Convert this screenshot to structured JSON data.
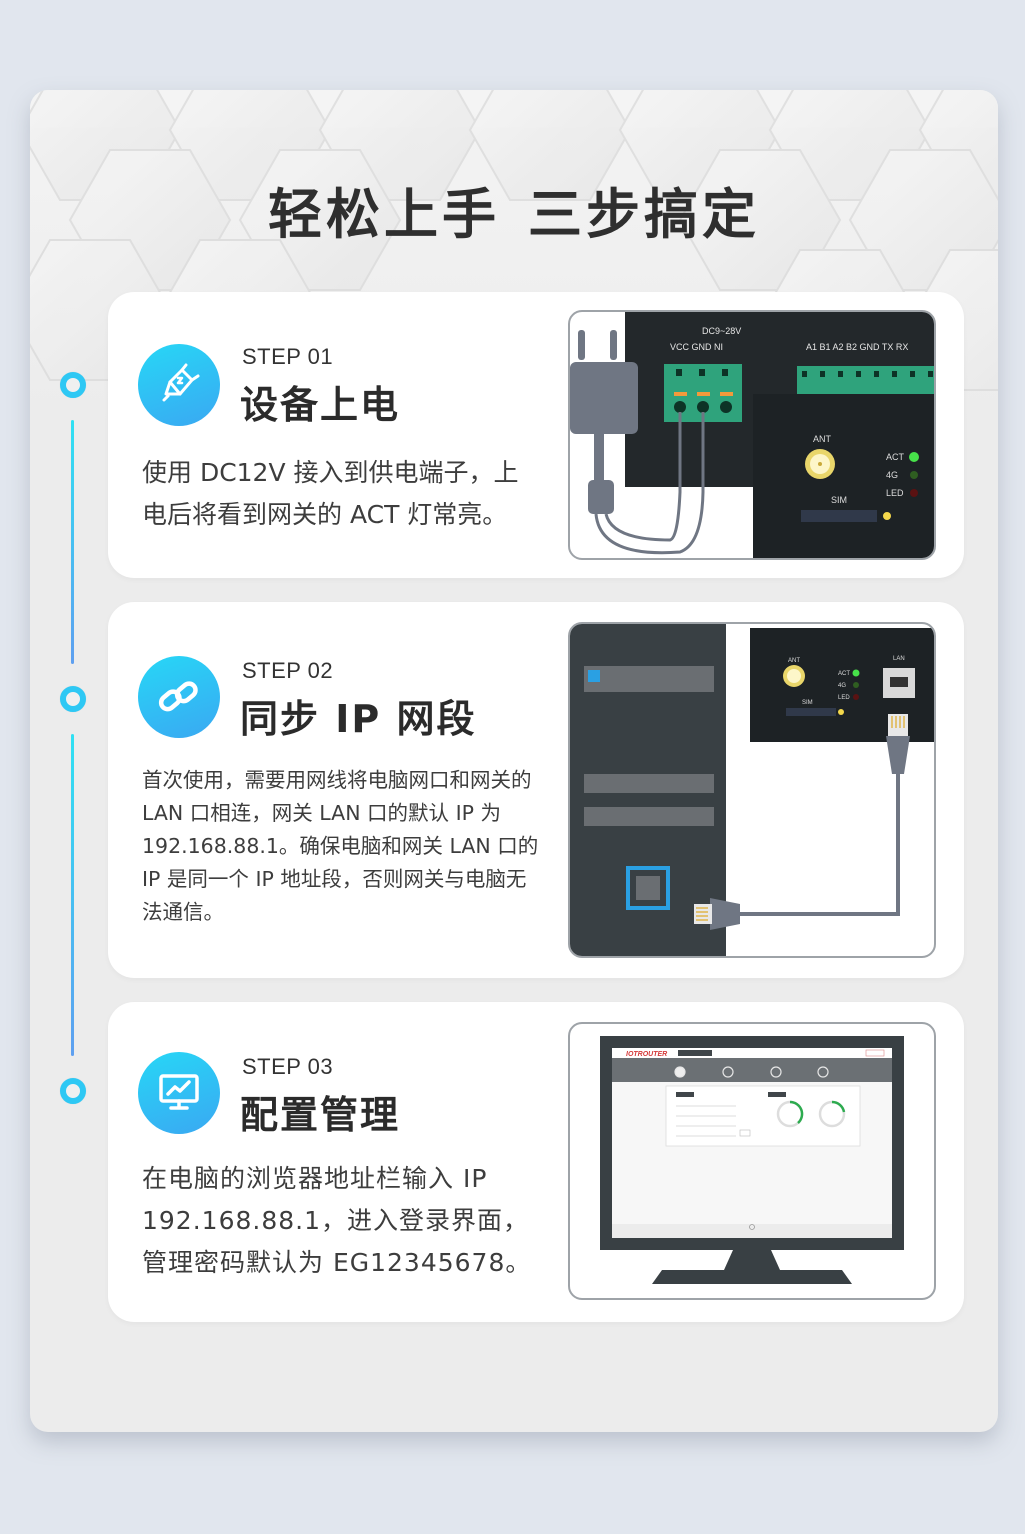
{
  "page": {
    "title_part1": "轻松上手",
    "title_part2": "三步搞定"
  },
  "colors": {
    "accent_gradient_start": "#27d7f6",
    "accent_gradient_end": "#3aa8f2",
    "panel_bg": "#ececec",
    "page_bg": "#e1e6ee",
    "card_bg": "#ffffff",
    "title_text": "#2f2f2f"
  },
  "steps": [
    {
      "number": "STEP 01",
      "title": "设备上电",
      "icon": "plug-icon",
      "description": "使用 DC12V 接入到供电端子，上电后将看到网关的 ACT 灯常亮。",
      "illustration": {
        "power_label": "DC9~28V",
        "power_pins": [
          "VCC",
          "GND",
          "NI"
        ],
        "serial_pins": [
          "A1",
          "B1",
          "A2",
          "B2",
          "GND",
          "TX",
          "RX"
        ],
        "antenna_label": "ANT",
        "sim_label": "SIM",
        "leds": [
          {
            "label": "ACT",
            "color": "#47e14a",
            "state": "on"
          },
          {
            "label": "4G",
            "color": "#2f5e21",
            "state": "off"
          },
          {
            "label": "LED",
            "color": "#5a1212",
            "state": "off"
          }
        ]
      }
    },
    {
      "number": "STEP 02",
      "title": "同步 IP 网段",
      "icon": "link-chain-icon",
      "description": "首次使用，需要用网线将电脑网口和网关的 LAN 口相连，网关 LAN 口的默认 IP 为 192.168.88.1。确保电脑和网关 LAN 口的 IP 是同一个 IP 地址段，否则网关与电脑无法通信。",
      "illustration": {
        "antenna_label": "ANT",
        "sim_label": "SIM",
        "lan_label": "LAN",
        "leds": [
          {
            "label": "ACT",
            "color": "#47e14a",
            "state": "on"
          },
          {
            "label": "4G",
            "color": "#2f5e21",
            "state": "off"
          },
          {
            "label": "LED",
            "color": "#5a1212",
            "state": "off"
          }
        ]
      }
    },
    {
      "number": "STEP 03",
      "title": "配置管理",
      "icon": "monitor-chart-icon",
      "description": "在电脑的浏览器地址栏输入 IP 192.168.88.1，进入登录界面，管理密码默认为 EG12345678。",
      "illustration": {
        "brand": "IOTROUTER"
      }
    }
  ]
}
